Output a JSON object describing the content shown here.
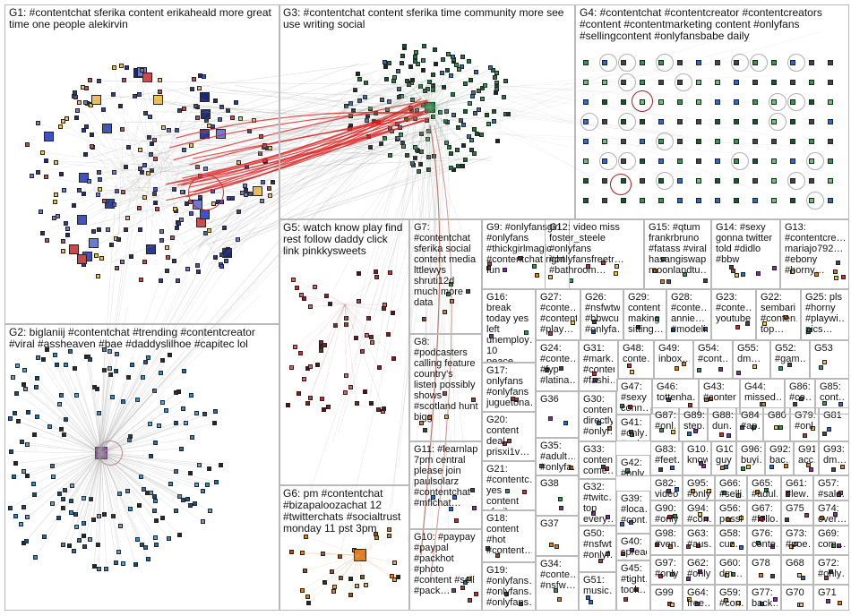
{
  "colors": {
    "border": "#b9b9b9",
    "edge_gray": "#9a9a9a",
    "edge_red": "#e02020",
    "edge_brown": "#b05a48",
    "g1_node": "#2b3a8f",
    "g2_node": "#1a6fb0",
    "g3_node": "#1f7a3a",
    "g4_node": "#2d9a4a",
    "g5_node": "#8a1a1a",
    "g6_node": "#e07a1a"
  },
  "groups": [
    {
      "id": "G1",
      "label": "G1: #contentchat sferika content erikaheald more great time one people alekirvin",
      "color": "#2b3a8f"
    },
    {
      "id": "G2",
      "label": "G2: biglaniij #contentchat #trending #contentcreator #viral #assheaven #bae #daddyslilhoe #capitec lol",
      "color": "#1a6fb0"
    },
    {
      "id": "G3",
      "label": "G3: #contentchat content sferika time community more see use writing social",
      "color": "#1f7a3a"
    },
    {
      "id": "G4",
      "label": "G4: #contentchat #contentcreator #contentcreators #content #contentmarketing content #onlyfans #sellingcontent #onlyfansbabe daily",
      "color": "#2d9a4a"
    },
    {
      "id": "G5",
      "label": "G5: watch know play find rest follow daddy click link pinkkysweets",
      "color": "#8a1a1a"
    },
    {
      "id": "G6",
      "label": "G6: pm #contentchat #bizapaloozachat 12 #twitterchats #socialtrust monday 11 pst 3pm",
      "color": "#e07a1a"
    },
    {
      "id": "G7",
      "label": "G7: #contentchat sferika social content media lttlewys shruti12d much more data",
      "color": "#888"
    },
    {
      "id": "G8",
      "label": "G8: #podcasters calling feature country's listen possibly shows #scotland hunt bigg",
      "color": "#888"
    },
    {
      "id": "G9",
      "label": "G9: #onlyfansgirl #onlyfans #thickgirlmagic #contentchat right fun",
      "color": "#888"
    },
    {
      "id": "G10",
      "label": "G10: #paypay #paypal #packhot #photo #content #sell #pack…",
      "color": "#888"
    },
    {
      "id": "G11",
      "label": "G11: #learnlap 7pm central please join paulsolarz #contentchat #mflchat…",
      "color": "#888"
    },
    {
      "id": "G12",
      "label": "G12: video miss foster_steele #onlyfans #onlyfansfreetr… #bathroom…",
      "color": "#888"
    },
    {
      "id": "G13",
      "label": "G13: #contentcre… mariajo792… #ebony #horny…",
      "color": "#888"
    },
    {
      "id": "G14",
      "label": "G14: #sexy gonna twitter told #didlo #bbw",
      "color": "#888"
    },
    {
      "id": "G15",
      "label": "G15: #qtum frankrbruno #fatass #viral hasangiswap moonlandtu…",
      "color": "#888"
    },
    {
      "id": "G16",
      "label": "G16: break today yes left unemploy… 10 peace…",
      "color": "#888"
    },
    {
      "id": "G17",
      "label": "G17: onlyfans #onlyfans juguetona…",
      "color": "#888"
    },
    {
      "id": "G18",
      "label": "G18: content #hot #content…",
      "color": "#888"
    },
    {
      "id": "G19",
      "label": "G19: #onlyfans… #onlyfans… #onlyfans…",
      "color": "#888"
    },
    {
      "id": "G20",
      "label": "G20: content deal prisxi1v…",
      "color": "#888"
    },
    {
      "id": "G21",
      "label": "G21: #contentc… yes content sferika…",
      "color": "#888"
    },
    {
      "id": "G22",
      "label": "G22: sembari #conten… top…",
      "color": "#888"
    },
    {
      "id": "G23",
      "label": "G23: #conte… youtube",
      "color": "#888"
    },
    {
      "id": "G24",
      "label": "G24: #conte… #fyp #latina…",
      "color": "#888"
    },
    {
      "id": "G25",
      "label": "G25: pls #horny #playwi… pics…",
      "color": "#888"
    },
    {
      "id": "G26",
      "label": "G26: #nsfwtw #bbwcu… #onlyfa…",
      "color": "#888"
    },
    {
      "id": "G27",
      "label": "G27: #conte… #content #play…",
      "color": "#888"
    },
    {
      "id": "G28",
      "label": "G28: #conte… annie… #modeli…",
      "color": "#888"
    },
    {
      "id": "G29",
      "label": "G29: content making sitting…",
      "color": "#888"
    },
    {
      "id": "G30",
      "label": "G30: content directly #onlyf…",
      "color": "#888"
    },
    {
      "id": "G31",
      "label": "G31: #mark… #content #fashi…",
      "color": "#888"
    },
    {
      "id": "G32",
      "label": "G32: #twitc… top every…",
      "color": "#888"
    },
    {
      "id": "G33",
      "label": "G33: content come…",
      "color": "#888"
    },
    {
      "id": "G34",
      "label": "G34: #conte… #nsfw…",
      "color": "#888"
    },
    {
      "id": "G35",
      "label": "G35: #adult… #onlyfa…",
      "color": "#888"
    },
    {
      "id": "G36",
      "label": "G36",
      "color": "#888"
    },
    {
      "id": "G37",
      "label": "G37",
      "color": "#888"
    },
    {
      "id": "G38",
      "label": "G38",
      "color": "#888"
    },
    {
      "id": "G39",
      "label": "G39: #loca… #cont…",
      "color": "#888"
    },
    {
      "id": "G40",
      "label": "G40: spread #mas…",
      "color": "#888"
    },
    {
      "id": "G41",
      "label": "G41: #only… #only…",
      "color": "#888"
    },
    {
      "id": "G42",
      "label": "G42: #only… #bbw…",
      "color": "#888"
    },
    {
      "id": "G43",
      "label": "G43: #conten…",
      "color": "#888"
    },
    {
      "id": "G44",
      "label": "G44: missed…",
      "color": "#888"
    },
    {
      "id": "G45",
      "label": "G45: #tight… took…",
      "color": "#888"
    },
    {
      "id": "G46",
      "label": "G46: tottenha…",
      "color": "#888"
    },
    {
      "id": "G47",
      "label": "G47: #sexy conn…",
      "color": "#888"
    },
    {
      "id": "G48",
      "label": "G48: conte…",
      "color": "#888"
    },
    {
      "id": "G49",
      "label": "G49: inbox…",
      "color": "#888"
    },
    {
      "id": "G50",
      "label": "G50: #nsfwt… #onlyf…",
      "color": "#888"
    },
    {
      "id": "G51",
      "label": "G51: music…",
      "color": "#888"
    },
    {
      "id": "G52",
      "label": "G52: #gam…",
      "color": "#888"
    },
    {
      "id": "G53",
      "label": "G53",
      "color": "#888"
    },
    {
      "id": "G54",
      "label": "G54: #cont…",
      "color": "#888"
    },
    {
      "id": "G55",
      "label": "G55: dm…",
      "color": "#888"
    },
    {
      "id": "G56",
      "label": "G56: possi…",
      "color": "#888"
    },
    {
      "id": "G57",
      "label": "G57: #sale…",
      "color": "#888"
    },
    {
      "id": "G58",
      "label": "G58: cuz…",
      "color": "#888"
    },
    {
      "id": "G59",
      "label": "G59: #con…",
      "color": "#888"
    },
    {
      "id": "G60",
      "label": "G60: dm…",
      "color": "#888"
    },
    {
      "id": "G61",
      "label": "G61: #lew…",
      "color": "#888"
    },
    {
      "id": "G62",
      "label": "G62: #only…",
      "color": "#888"
    },
    {
      "id": "G63",
      "label": "G63: #aus…",
      "color": "#888"
    },
    {
      "id": "G64",
      "label": "G64: free…",
      "color": "#888"
    },
    {
      "id": "G65",
      "label": "G65: #adul…",
      "color": "#888"
    },
    {
      "id": "G66",
      "label": "G66: #selli…",
      "color": "#888"
    },
    {
      "id": "G67",
      "label": "G67: #follo…",
      "color": "#888"
    },
    {
      "id": "G68",
      "label": "G68",
      "color": "#888"
    },
    {
      "id": "G69",
      "label": "G69: com…",
      "color": "#888"
    },
    {
      "id": "G70",
      "label": "G70",
      "color": "#888"
    },
    {
      "id": "G71",
      "label": "G71",
      "color": "#888"
    },
    {
      "id": "G72",
      "label": "G72: #only…",
      "color": "#888"
    },
    {
      "id": "G73",
      "label": "G73: #poe…",
      "color": "#888"
    },
    {
      "id": "G74",
      "label": "G74: over…",
      "color": "#888"
    },
    {
      "id": "G75",
      "label": "G75",
      "color": "#888"
    },
    {
      "id": "G76",
      "label": "G76: conte…",
      "color": "#888"
    },
    {
      "id": "G77",
      "label": "G77: back…",
      "color": "#888"
    },
    {
      "id": "G78",
      "label": "G78",
      "color": "#888"
    },
    {
      "id": "G79",
      "label": "G79: #onl…",
      "color": "#888"
    },
    {
      "id": "G80",
      "label": "G80",
      "color": "#888"
    },
    {
      "id": "G81",
      "label": "G81",
      "color": "#888"
    },
    {
      "id": "G82",
      "label": "G82: video…",
      "color": "#888"
    },
    {
      "id": "G83",
      "label": "G83: #feet…",
      "color": "#888"
    },
    {
      "id": "G84",
      "label": "G84: #ap…",
      "color": "#888"
    },
    {
      "id": "G85",
      "label": "G85: cont…",
      "color": "#888"
    },
    {
      "id": "G86",
      "label": "G86: #co…",
      "color": "#888"
    },
    {
      "id": "G87",
      "label": "G87: #onl…",
      "color": "#888"
    },
    {
      "id": "G88",
      "label": "G88: dun…",
      "color": "#888"
    },
    {
      "id": "G89",
      "label": "G89: step…",
      "color": "#888"
    },
    {
      "id": "G90",
      "label": "G90: #only…",
      "color": "#888"
    },
    {
      "id": "G91",
      "label": "G91: acc…",
      "color": "#888"
    },
    {
      "id": "G92",
      "label": "G92: bac…",
      "color": "#888"
    },
    {
      "id": "G93",
      "label": "G93: dm…",
      "color": "#888"
    },
    {
      "id": "G94",
      "label": "G94: #con…",
      "color": "#888"
    },
    {
      "id": "G95",
      "label": "G95: #only…",
      "color": "#888"
    },
    {
      "id": "G96",
      "label": "G96: buyi…",
      "color": "#888"
    },
    {
      "id": "G97",
      "label": "G97: #only…",
      "color": "#888"
    },
    {
      "id": "G98",
      "label": "G98: #ven…",
      "color": "#888"
    },
    {
      "id": "G99",
      "label": "G99",
      "color": "#888"
    },
    {
      "id": "G100",
      "label": "G10… know",
      "color": "#888"
    },
    {
      "id": "G101",
      "label": "G10… guy…",
      "color": "#888"
    }
  ]
}
